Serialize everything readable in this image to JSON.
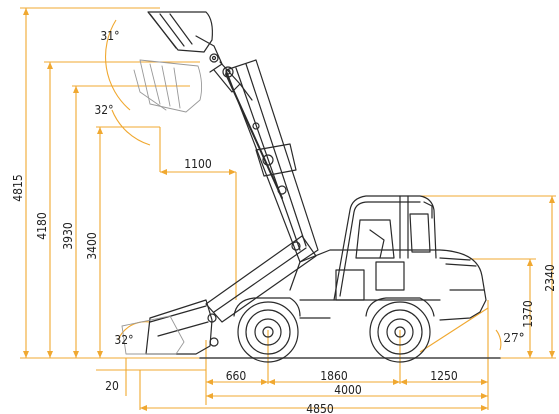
{
  "colors": {
    "dimension_line": "#f0a830",
    "machine_line": "#2a2a2a",
    "ground": "#444444",
    "background": "#ffffff"
  },
  "dimensions": {
    "overall_height": "4815",
    "pin_height": "4180",
    "dump_height_high": "3930",
    "dump_clearance": "3400",
    "cab_height": "2340",
    "engine_hood_height": "1370",
    "dig_depth": "20",
    "dump_reach": "1100",
    "front_overhang": "660",
    "wheelbase": "1860",
    "rear_overhang": "1250",
    "length_without_bucket": "4000",
    "overall_length": "4850"
  },
  "angles": {
    "rollback_top": "31°",
    "dump_angle": "32°",
    "rollback_ground": "32°",
    "departure_angle": "27°"
  }
}
